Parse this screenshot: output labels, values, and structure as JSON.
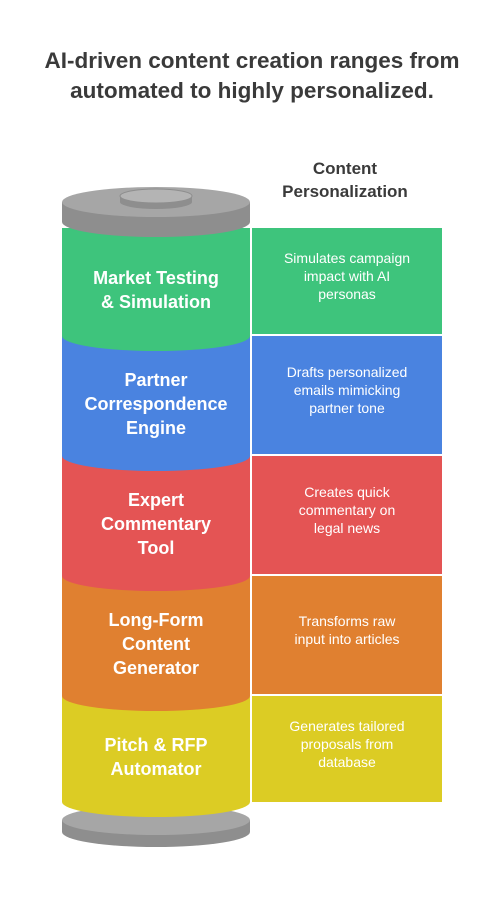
{
  "title": [
    "AI-driven content creation ranges from",
    "automated to highly personalized."
  ],
  "axis_label": [
    "Content",
    "Personalization"
  ],
  "segments": [
    {
      "label": [
        "Market Testing",
        "& Simulation"
      ],
      "description": [
        "Simulates campaign",
        "impact with AI",
        "personas"
      ],
      "color": "#3ec47c",
      "side_color": "#38b070"
    },
    {
      "label": [
        "Partner",
        "Correspondence",
        "Engine"
      ],
      "description": [
        "Drafts personalized",
        "emails mimicking",
        "partner tone"
      ],
      "color": "#4a83e0",
      "side_color": "#3f74cc"
    },
    {
      "label": [
        "Expert",
        "Commentary",
        "Tool"
      ],
      "description": [
        "Creates quick",
        "commentary on",
        "legal news"
      ],
      "color": "#e45454",
      "side_color": "#cf4848"
    },
    {
      "label": [
        "Long-Form",
        "Content",
        "Generator"
      ],
      "description": [
        "Transforms raw",
        "input into articles"
      ],
      "color": "#e08030",
      "side_color": "#c9722a"
    },
    {
      "label": [
        "Pitch & RFP",
        "Automator"
      ],
      "description": [
        "Generates tailored",
        "proposals from",
        "database"
      ],
      "color": "#dccc24",
      "side_color": "#c6b820"
    }
  ],
  "cap_color": "#a6a6a6",
  "cap_edge_color": "#8e8e8e"
}
